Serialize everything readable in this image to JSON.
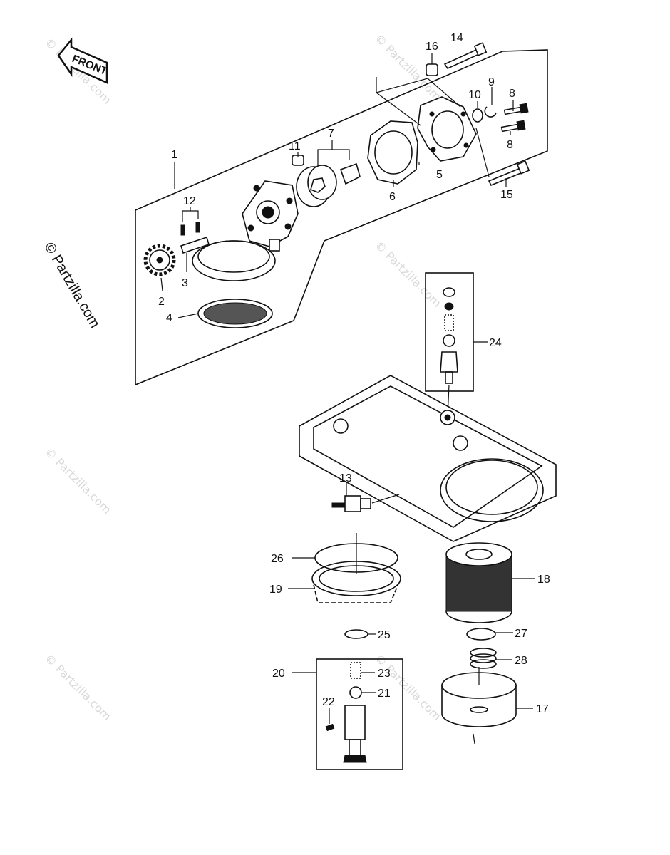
{
  "front_label": "FRONT",
  "watermark": "© Partzilla.com",
  "callouts": {
    "c1": "1",
    "c2": "2",
    "c3": "3",
    "c4": "4",
    "c5": "5",
    "c6": "6",
    "c7": "7",
    "c8a": "8",
    "c8b": "8",
    "c9": "9",
    "c10": "10",
    "c11": "11",
    "c12": "12",
    "c13": "13",
    "c14": "14",
    "c15": "15",
    "c16": "16",
    "c17": "17",
    "c18": "18",
    "c19": "19",
    "c20": "20",
    "c21": "21",
    "c22": "22",
    "c23": "23",
    "c24": "24",
    "c25": "25",
    "c26": "26",
    "c27": "27",
    "c28": "28"
  }
}
